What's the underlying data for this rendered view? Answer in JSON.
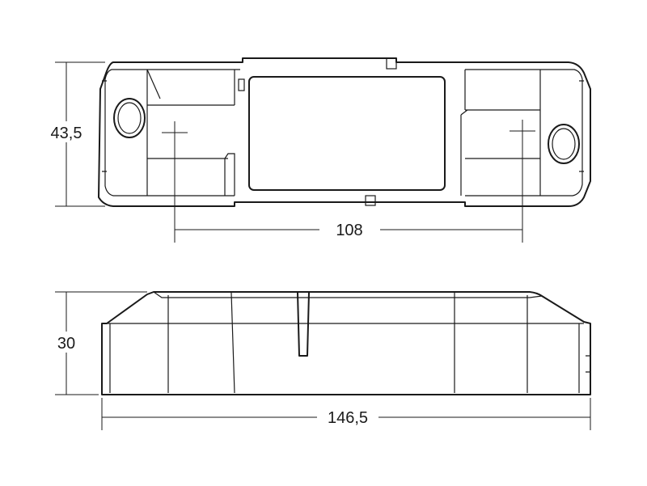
{
  "dimensions": {
    "width": "43,5",
    "hole_spacing": "108",
    "height": "30",
    "length": "146,5"
  },
  "colors": {
    "line": "#1a1a1a",
    "background": "#ffffff"
  }
}
